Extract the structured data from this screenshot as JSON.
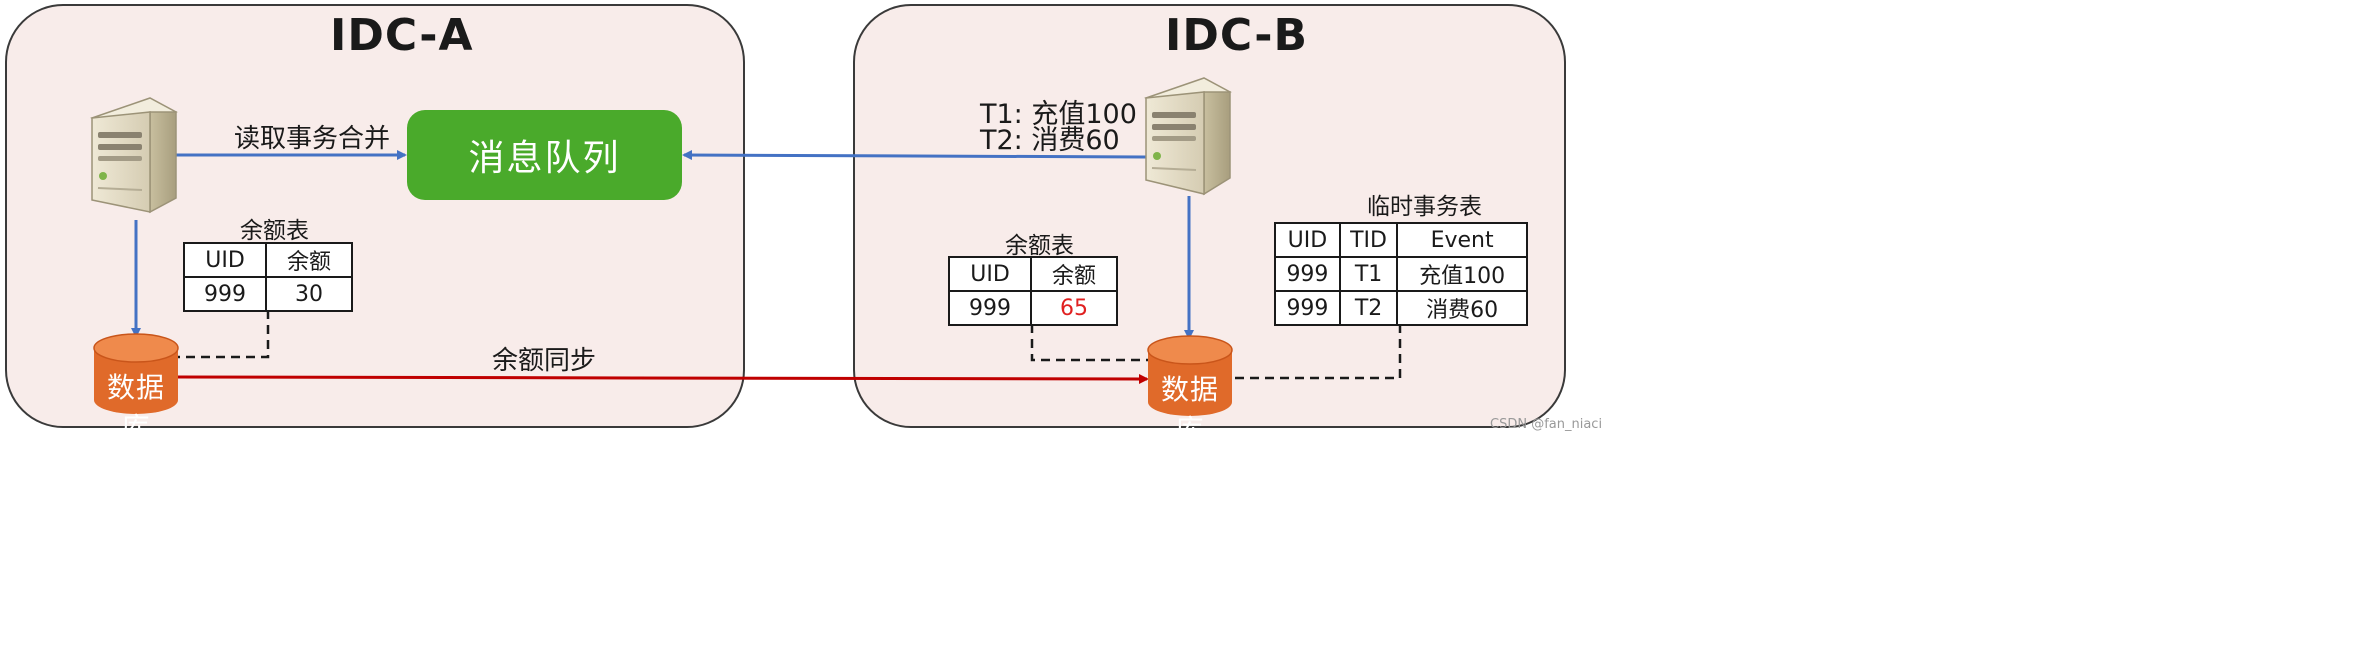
{
  "idc_a": {
    "title": "IDC-A",
    "arrow_label": "读取事务合并",
    "message_queue": "消息队列",
    "balance_table": {
      "title": "余额表",
      "headers": [
        "UID",
        "余额"
      ],
      "row": [
        "999",
        "30"
      ]
    },
    "db_label": "数据库",
    "sync_label": "余额同步"
  },
  "idc_b": {
    "title": "IDC-B",
    "txn_lines": [
      "T1: 充值100",
      "T2: 消费60"
    ],
    "balance_table": {
      "title": "余额表",
      "headers": [
        "UID",
        "余额"
      ],
      "row": [
        "999",
        "65"
      ]
    },
    "temp_table": {
      "title": "临时事务表",
      "headers": [
        "UID",
        "TID",
        "Event"
      ],
      "rows": [
        [
          "999",
          "T1",
          "充值100"
        ],
        [
          "999",
          "T2",
          "消费60"
        ]
      ]
    },
    "db_label": "数据库"
  },
  "colors": {
    "panel_bg": "#f8ecea",
    "queue_green": "#4aaa2b",
    "db_orange": "#e06a2a",
    "flow_blue": "#4472c4",
    "sync_red": "#c00000",
    "highlight_red": "#e02020"
  },
  "watermark": "CSDN @fan_niaci"
}
